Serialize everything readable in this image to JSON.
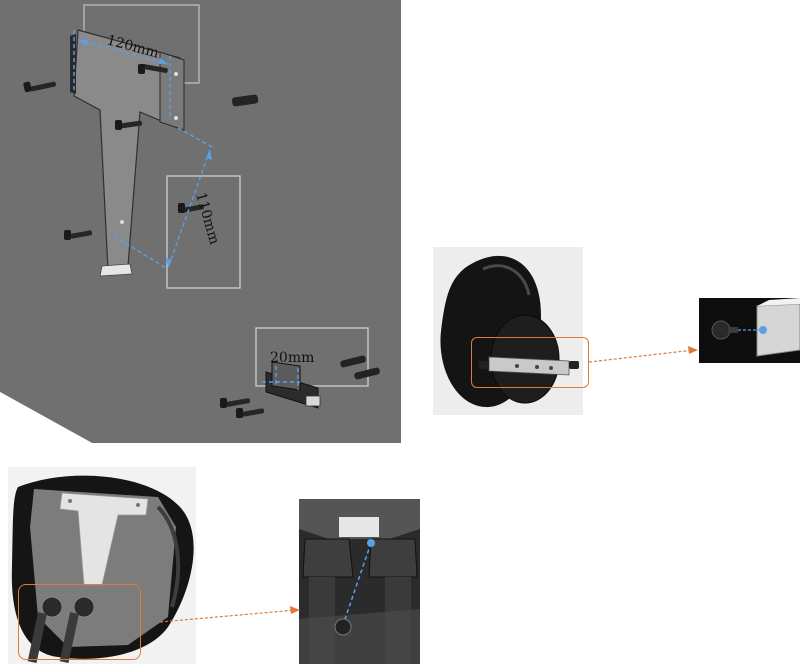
{
  "figure": {
    "dimensions": {
      "width_label": "120mm",
      "height_label": "110mm",
      "spacing_label": "20mm"
    },
    "colors": {
      "panel_bg": "#6f6f6f",
      "dim_line": "#5aa0e6",
      "callout": "#e07a3c",
      "housing": "#141414",
      "metal": "#c9c9c9"
    }
  }
}
